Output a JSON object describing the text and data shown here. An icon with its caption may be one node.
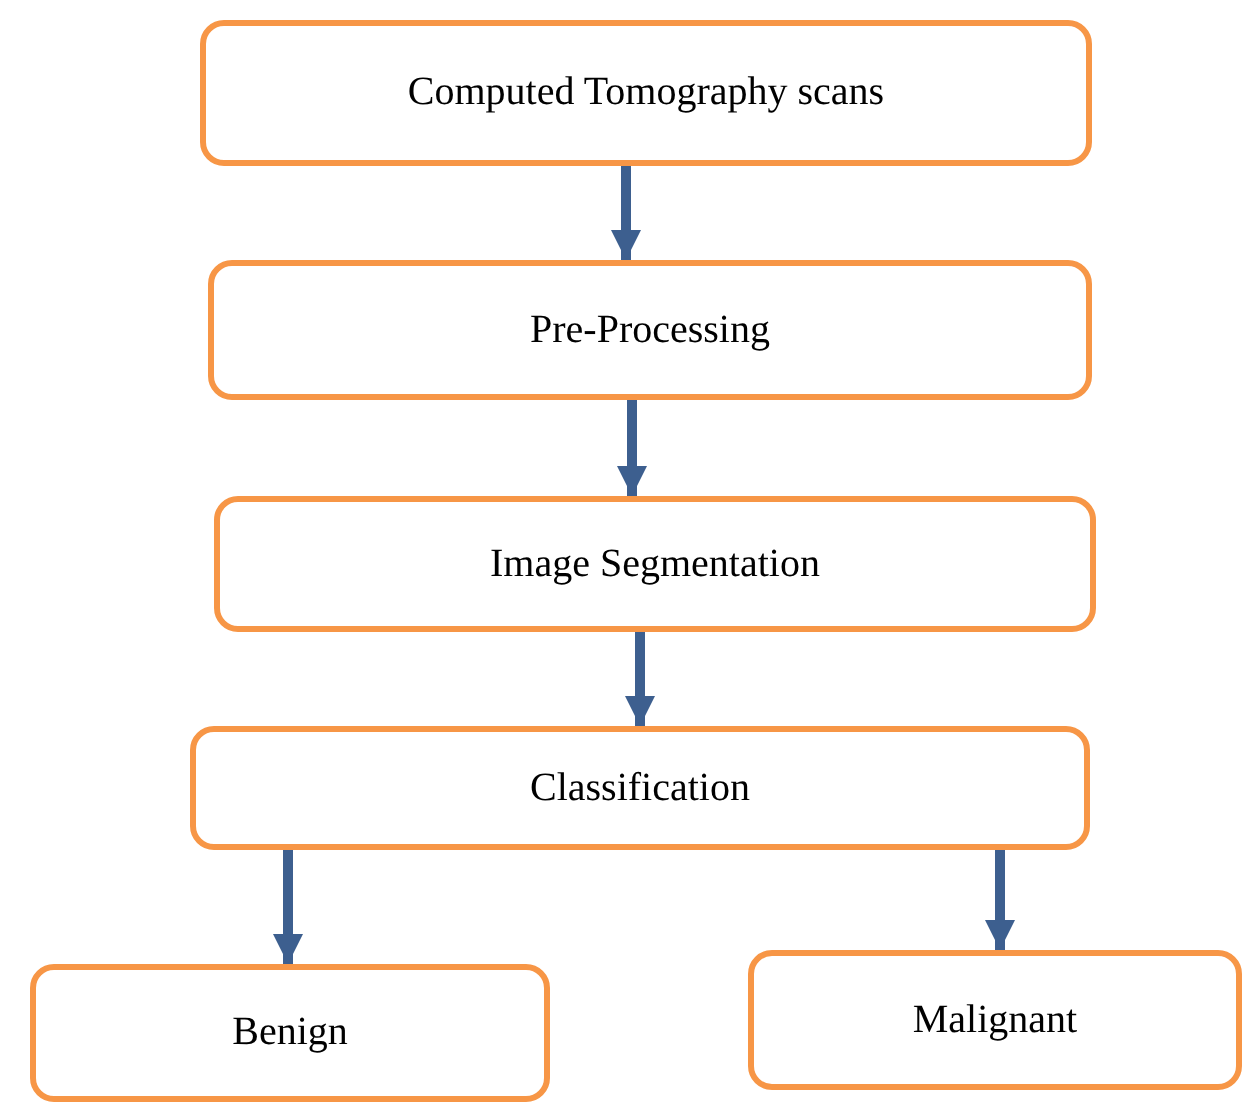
{
  "diagram": {
    "nodes": [
      {
        "text": [
          "Computed Tomography scans"
        ]
      },
      {
        "text": [
          "Pre-Processing"
        ]
      },
      {
        "text": [
          "Image Segmentation"
        ]
      },
      {
        "text": [
          "Classification"
        ]
      },
      {
        "text": [
          "Benign"
        ]
      },
      {
        "text": [
          "Malignant"
        ]
      }
    ],
    "edges": [
      {
        "from": 0,
        "to": 1,
        "arrow": "to"
      },
      {
        "from": 1,
        "to": 2,
        "arrow": "to"
      },
      {
        "from": 2,
        "to": 3,
        "arrow": "to"
      },
      {
        "from": 3,
        "to": 4,
        "arrow": "to"
      },
      {
        "from": 3,
        "to": 5,
        "arrow": "to"
      }
    ]
  }
}
